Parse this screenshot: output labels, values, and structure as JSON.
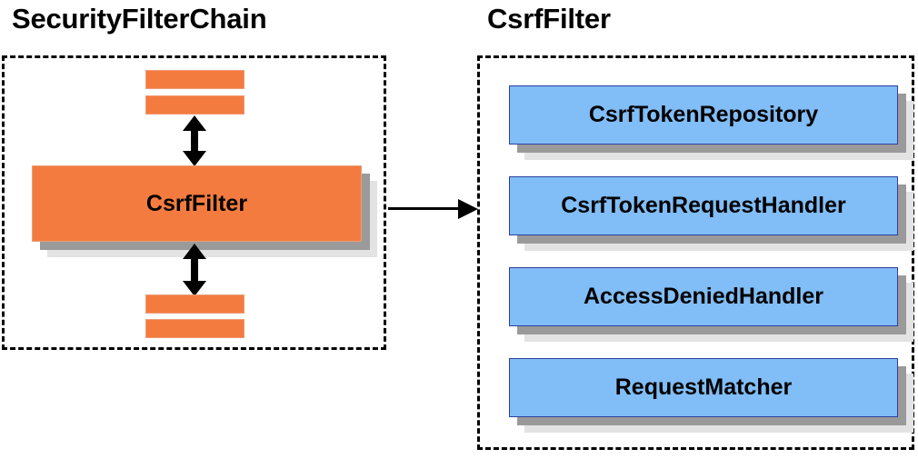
{
  "diagram": {
    "background_color": "#ffffff",
    "orange_color": "#f47b3f",
    "blue_color": "#81bdf6",
    "shadow_dark_color": "#9a9a9a",
    "shadow_light_color": "#e3e3e3",
    "border_color": "#000000"
  },
  "left_panel": {
    "title": "SecurityFilterChain",
    "bars_top": [
      "",
      ""
    ],
    "main_box": {
      "label": "CsrfFilter"
    },
    "bars_bottom": [
      "",
      ""
    ],
    "arrow_top": "double-headed-vertical-arrow",
    "arrow_bottom": "double-headed-vertical-arrow"
  },
  "connector": {
    "icon": "right-arrow-icon",
    "from": "CsrfFilter",
    "to": "CsrfFilter collaborators"
  },
  "right_panel": {
    "title": "CsrfFilter",
    "components": [
      {
        "label": "CsrfTokenRepository"
      },
      {
        "label": "CsrfTokenRequestHandler"
      },
      {
        "label": "AccessDeniedHandler"
      },
      {
        "label": "RequestMatcher"
      }
    ]
  }
}
